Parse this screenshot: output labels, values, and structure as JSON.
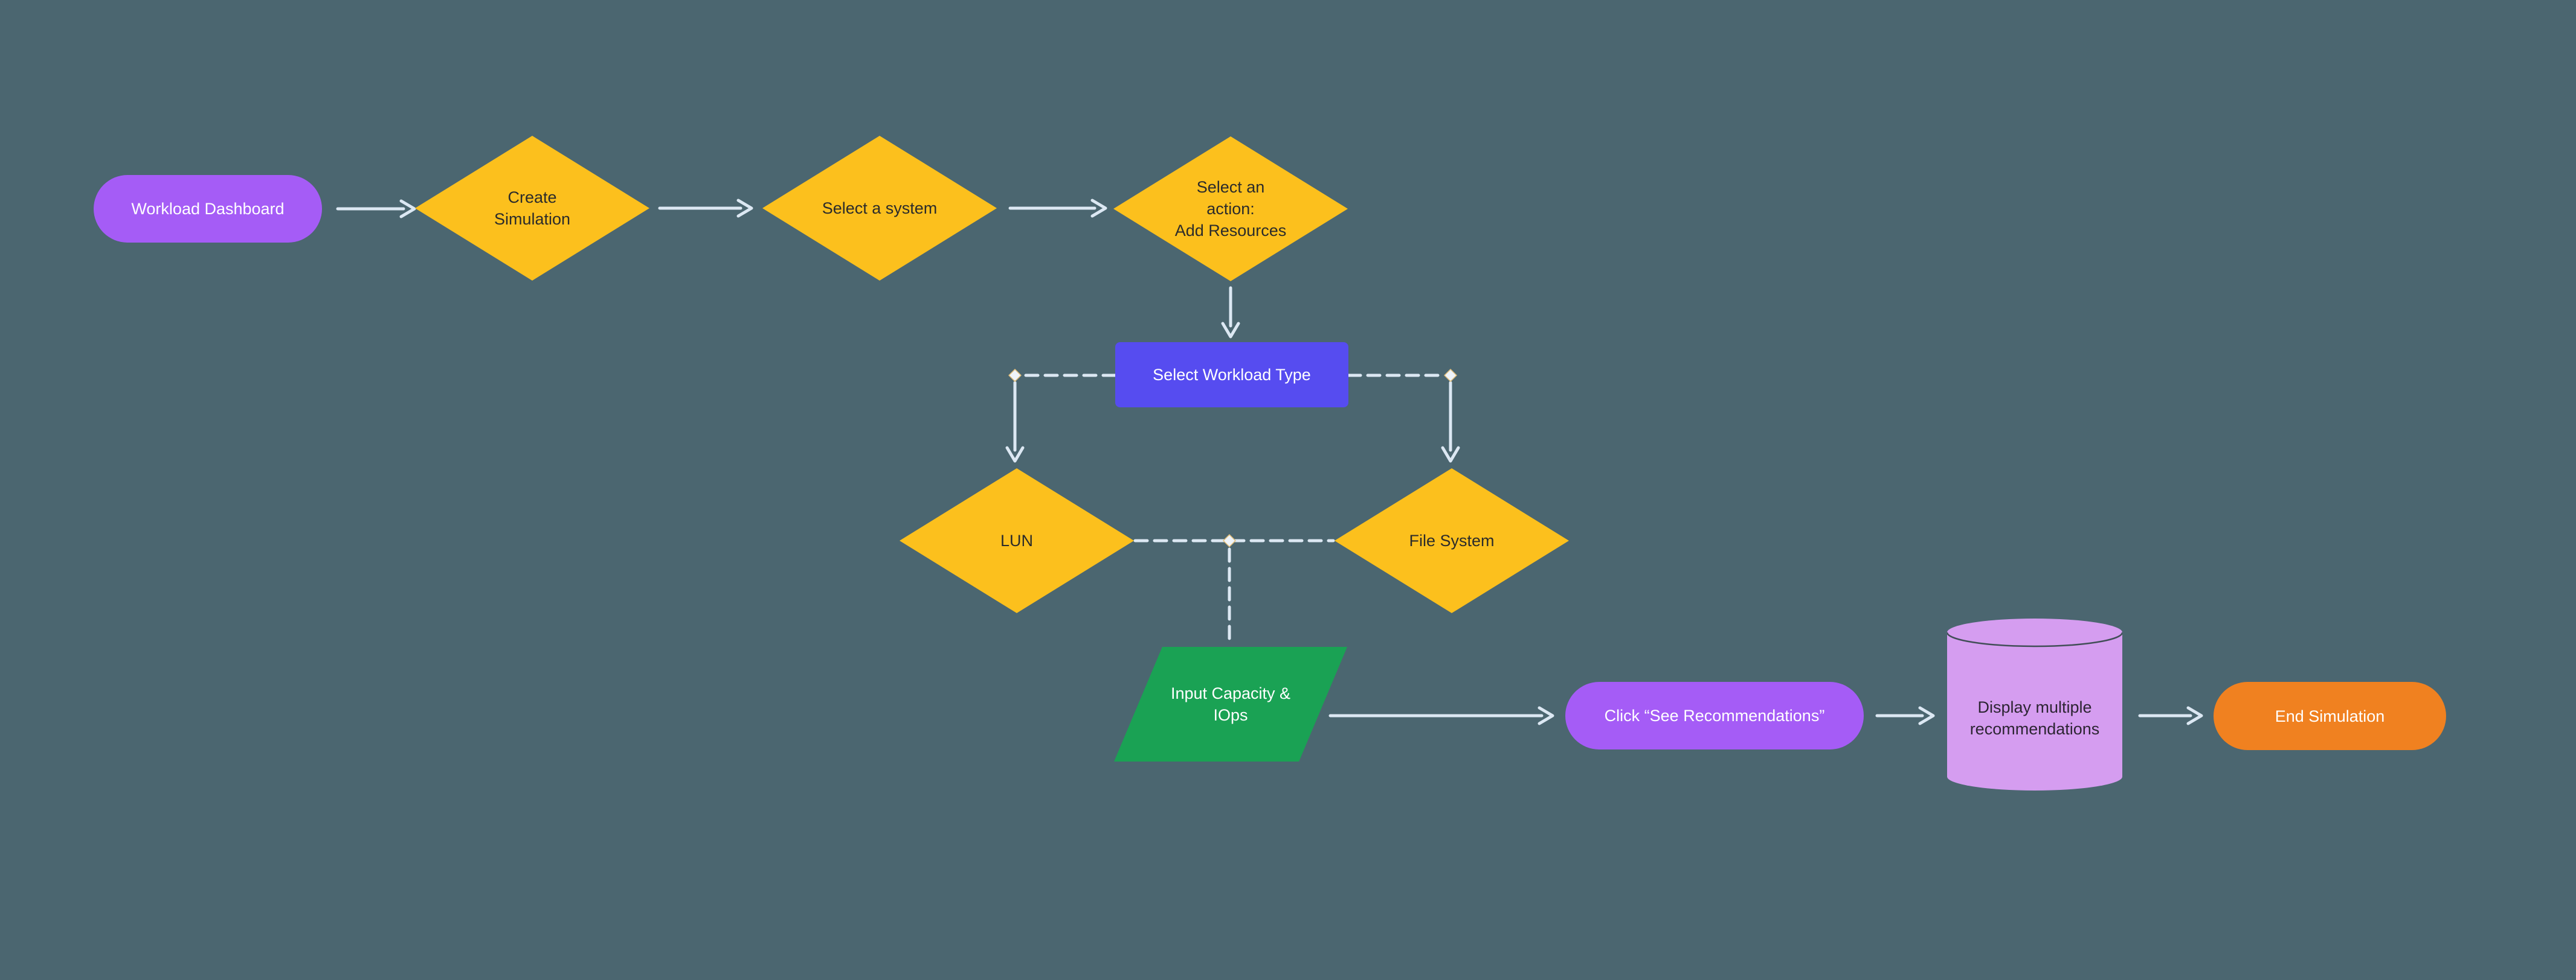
{
  "flowchart": {
    "background_color": "#4b6670",
    "connector_color": "#dce8f3",
    "nodes": {
      "workload_dashboard": {
        "label": "Workload Dashboard",
        "shape": "pill",
        "color": "#a55cf6",
        "text_color": "#ffffff"
      },
      "create_simulation": {
        "lines": [
          "Create",
          "Simulation"
        ],
        "shape": "diamond",
        "color": "#fcc01d",
        "text_color": "#2b2b2b"
      },
      "select_system": {
        "label": "Select a system",
        "shape": "diamond",
        "color": "#fcc01d",
        "text_color": "#2b2b2b"
      },
      "select_action": {
        "lines": [
          "Select an",
          "action:",
          "Add Resources"
        ],
        "shape": "diamond",
        "color": "#fcc01d",
        "text_color": "#2b2b2b"
      },
      "select_workload_type": {
        "label": "Select Workload Type",
        "shape": "rectangle",
        "color": "#564cf0",
        "text_color": "#ffffff"
      },
      "lun": {
        "label": "LUN",
        "shape": "diamond",
        "color": "#fcc01d",
        "text_color": "#2b2b2b"
      },
      "file_system": {
        "label": "File System",
        "shape": "diamond",
        "color": "#fcc01d",
        "text_color": "#2b2b2b"
      },
      "input_capacity": {
        "lines": [
          "Input Capacity &",
          "IOps"
        ],
        "shape": "parallelogram",
        "color": "#1aa254",
        "text_color": "#ffffff"
      },
      "click_see_recommendations": {
        "label": "Click “See Recommendations”",
        "shape": "pill",
        "color": "#a55cf6",
        "text_color": "#ffffff"
      },
      "display_recommendations": {
        "lines": [
          "Display multiple",
          "recommendations"
        ],
        "shape": "cylinder",
        "color": "#d59df0",
        "text_color": "#2d2533"
      },
      "end_simulation": {
        "label": "End Simulation",
        "shape": "pill",
        "color": "#f08120",
        "text_color": "#ffffff"
      }
    },
    "edges": [
      {
        "from": "workload_dashboard",
        "to": "create_simulation",
        "style": "solid-arrow"
      },
      {
        "from": "create_simulation",
        "to": "select_system",
        "style": "solid-arrow"
      },
      {
        "from": "select_system",
        "to": "select_action",
        "style": "solid-arrow"
      },
      {
        "from": "select_action",
        "to": "select_workload_type",
        "style": "solid-arrow"
      },
      {
        "from": "select_workload_type",
        "to": "lun",
        "style": "dashed-elbow-arrow"
      },
      {
        "from": "select_workload_type",
        "to": "file_system",
        "style": "dashed-elbow-arrow"
      },
      {
        "from": "lun",
        "to": "file_system",
        "style": "dashed-line"
      },
      {
        "from": "lun_file_system_junction",
        "to": "input_capacity",
        "style": "dashed-line"
      },
      {
        "from": "input_capacity",
        "to": "click_see_recommendations",
        "style": "solid-arrow"
      },
      {
        "from": "click_see_recommendations",
        "to": "display_recommendations",
        "style": "solid-arrow"
      },
      {
        "from": "display_recommendations",
        "to": "end_simulation",
        "style": "solid-arrow"
      }
    ]
  }
}
